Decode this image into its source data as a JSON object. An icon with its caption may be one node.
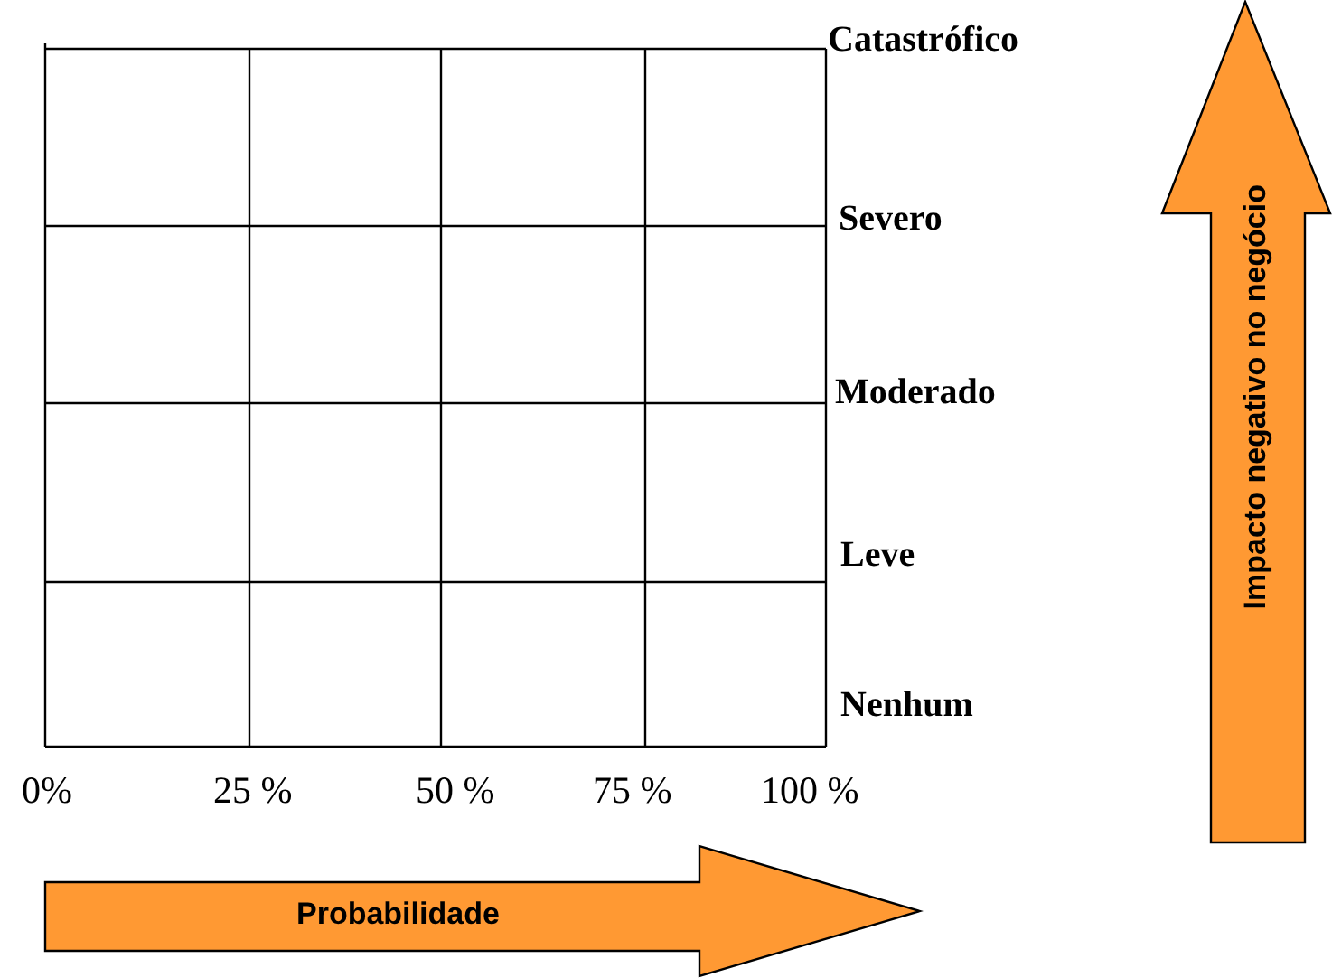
{
  "diagram": {
    "nodes": [
      {
        "text": [
          "Impacto negativo no negócio"
        ]
      },
      {
        "text": [
          "Probabilidade"
        ]
      }
    ],
    "labels": [
      "Catastrófico",
      "Severo",
      "Moderado",
      "Leve",
      "Nenhum",
      "0%",
      "25 %",
      "50 %",
      "75 %",
      "100 %"
    ]
  }
}
